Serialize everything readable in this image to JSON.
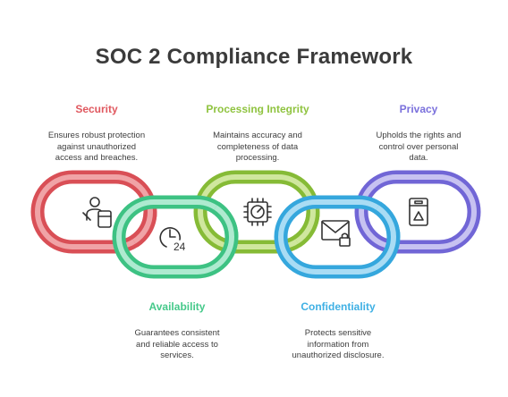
{
  "title": "SOC 2 Compliance Framework",
  "colors": {
    "security": "#e0585f",
    "availability": "#45c98a",
    "processing": "#8fc33f",
    "confidentiality": "#3fb0e4",
    "privacy": "#7a70dc"
  },
  "items": {
    "security": {
      "heading": "Security",
      "lines": [
        "Ensures robust protection",
        "against unauthorized",
        "access and breaches."
      ],
      "icon": "user-lock-icon"
    },
    "processing": {
      "heading": "Processing Integrity",
      "lines": [
        "Maintains accuracy and",
        "completeness of data",
        "processing."
      ],
      "icon": "cpu-gauge-icon"
    },
    "privacy": {
      "heading": "Privacy",
      "lines": [
        "Upholds the rights and",
        "control over personal",
        "data."
      ],
      "icon": "file-cabinet-icon"
    },
    "availability": {
      "heading": "Availability",
      "lines": [
        "Guarantees consistent",
        "and reliable access to",
        "services."
      ],
      "icon": "clock-24-icon"
    },
    "confidentiality": {
      "heading": "Confidentiality",
      "lines": [
        "Protects sensitive",
        "information from",
        "unauthorized disclosure."
      ],
      "icon": "mail-lock-icon"
    }
  },
  "icon_text": {
    "clock_24": "24"
  }
}
